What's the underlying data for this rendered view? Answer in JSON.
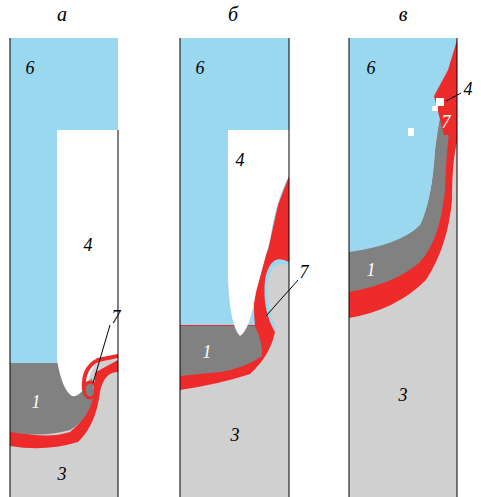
{
  "diagram": {
    "labels": [
      "а",
      "6",
      "4",
      "7",
      "1",
      "3",
      "б",
      "6",
      "4",
      "7",
      "1",
      "3",
      "в",
      "6",
      "4",
      "7",
      "1",
      "3"
    ]
  }
}
